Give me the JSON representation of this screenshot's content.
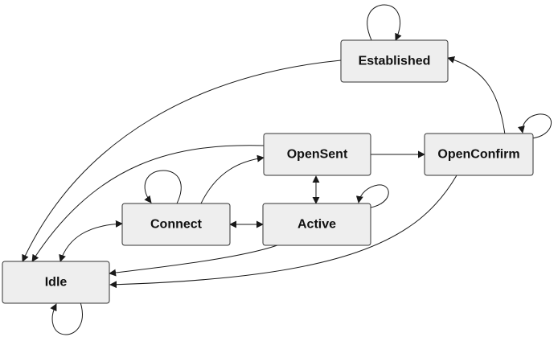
{
  "diagram": {
    "states": {
      "established": "Established",
      "opensent": "OpenSent",
      "openconfirm": "OpenConfirm",
      "connect": "Connect",
      "active": "Active",
      "idle": "Idle"
    },
    "transitions": [
      {
        "from": "Established",
        "to": "Established"
      },
      {
        "from": "Established",
        "to": "Idle"
      },
      {
        "from": "OpenConfirm",
        "to": "Established"
      },
      {
        "from": "OpenConfirm",
        "to": "OpenConfirm"
      },
      {
        "from": "OpenConfirm",
        "to": "Idle"
      },
      {
        "from": "OpenSent",
        "to": "OpenConfirm"
      },
      {
        "from": "OpenSent",
        "to": "Idle"
      },
      {
        "from": "OpenSent",
        "to": "Active"
      },
      {
        "from": "Active",
        "to": "OpenSent"
      },
      {
        "from": "Active",
        "to": "Active"
      },
      {
        "from": "Active",
        "to": "Connect"
      },
      {
        "from": "Active",
        "to": "Idle"
      },
      {
        "from": "Connect",
        "to": "Active"
      },
      {
        "from": "Connect",
        "to": "Connect"
      },
      {
        "from": "Connect",
        "to": "OpenSent"
      },
      {
        "from": "Connect",
        "to": "Idle"
      },
      {
        "from": "Idle",
        "to": "Connect"
      },
      {
        "from": "Idle",
        "to": "Idle"
      }
    ],
    "colors": {
      "node_fill": "#eeeeee",
      "node_stroke": "#333333",
      "edge": "#1a1a1a"
    }
  }
}
